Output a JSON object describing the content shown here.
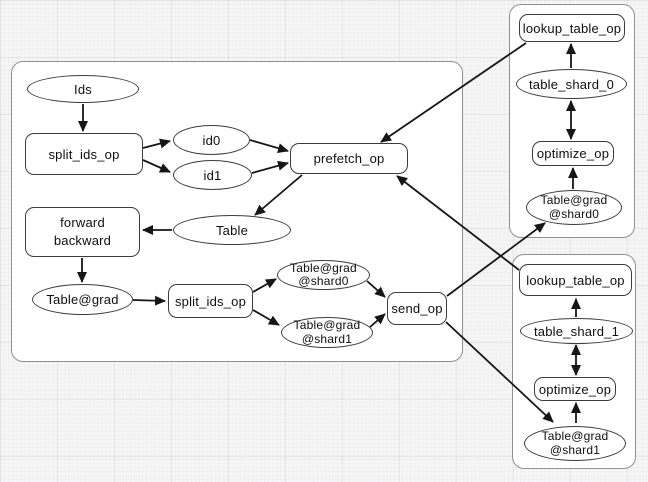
{
  "diagram": {
    "title_hint": "distributed lookup table computation graph",
    "colors": {
      "canvas_bg": "#f6f6f7",
      "grid_line": "#e8e8ea",
      "container_fill": "#ffffff",
      "container_border": "#909094",
      "node_fill": "#ffffff",
      "node_border": "#3c3c3c",
      "arrow": "#161616",
      "text": "#0f0f0f"
    },
    "containers": [
      {
        "id": "worker"
      },
      {
        "id": "pserver_0"
      },
      {
        "id": "pserver_1"
      }
    ],
    "nodes": {
      "ids": {
        "shape": "ellipse",
        "label": "Ids"
      },
      "split_ids_op_1": {
        "shape": "rect",
        "label": "split_ids_op"
      },
      "id0": {
        "shape": "ellipse",
        "label": "id0"
      },
      "id1": {
        "shape": "ellipse",
        "label": "id1"
      },
      "prefetch_op": {
        "shape": "rect",
        "label": "prefetch_op"
      },
      "forward_backward": {
        "shape": "rect",
        "lines": [
          "forward",
          "backward"
        ]
      },
      "table": {
        "shape": "ellipse",
        "label": "Table"
      },
      "table_grad": {
        "shape": "ellipse",
        "label": "Table@grad"
      },
      "split_ids_op_2": {
        "shape": "rect",
        "label": "split_ids_op"
      },
      "table_grad_shard0_worker": {
        "shape": "ellipse",
        "lines": [
          "Table@grad",
          "@shard0"
        ]
      },
      "table_grad_shard1_worker": {
        "shape": "ellipse",
        "lines": [
          "Table@grad",
          "@shard1"
        ]
      },
      "send_op": {
        "shape": "rect",
        "label": "send_op"
      },
      "lookup_table_op_0": {
        "shape": "rect",
        "label": "lookup_table_op"
      },
      "table_shard_0": {
        "shape": "ellipse",
        "label": "table_shard_0"
      },
      "optimize_op_0": {
        "shape": "rect",
        "label": "optimize_op"
      },
      "table_grad_shard0_ps": {
        "shape": "ellipse",
        "lines": [
          "Table@grad",
          "@shard0"
        ]
      },
      "lookup_table_op_1": {
        "shape": "rect",
        "label": "lookup_table_op"
      },
      "table_shard_1": {
        "shape": "ellipse",
        "label": "table_shard_1"
      },
      "optimize_op_1": {
        "shape": "rect",
        "label": "optimize_op"
      },
      "table_grad_shard1_ps": {
        "shape": "ellipse",
        "lines": [
          "Table@grad",
          "@shard1"
        ]
      }
    },
    "edges": [
      {
        "from": "ids",
        "to": "split_ids_op_1",
        "bidirectional": false
      },
      {
        "from": "split_ids_op_1",
        "to": "id0",
        "bidirectional": false
      },
      {
        "from": "split_ids_op_1",
        "to": "id1",
        "bidirectional": false
      },
      {
        "from": "id0",
        "to": "prefetch_op",
        "bidirectional": false
      },
      {
        "from": "id1",
        "to": "prefetch_op",
        "bidirectional": false
      },
      {
        "from": "prefetch_op",
        "to": "table",
        "bidirectional": false
      },
      {
        "from": "table",
        "to": "forward_backward",
        "bidirectional": false
      },
      {
        "from": "forward_backward",
        "to": "table_grad",
        "bidirectional": false
      },
      {
        "from": "table_grad",
        "to": "split_ids_op_2",
        "bidirectional": false
      },
      {
        "from": "split_ids_op_2",
        "to": "table_grad_shard0_worker",
        "bidirectional": false
      },
      {
        "from": "split_ids_op_2",
        "to": "table_grad_shard1_worker",
        "bidirectional": false
      },
      {
        "from": "table_grad_shard0_worker",
        "to": "send_op",
        "bidirectional": false
      },
      {
        "from": "table_grad_shard1_worker",
        "to": "send_op",
        "bidirectional": false
      },
      {
        "from": "send_op",
        "to": "table_grad_shard0_ps",
        "bidirectional": false
      },
      {
        "from": "send_op",
        "to": "table_grad_shard1_ps",
        "bidirectional": false
      },
      {
        "from": "lookup_table_op_0",
        "to": "prefetch_op",
        "bidirectional": false
      },
      {
        "from": "lookup_table_op_1",
        "to": "prefetch_op",
        "bidirectional": false
      },
      {
        "from": "table_shard_0",
        "to": "lookup_table_op_0",
        "bidirectional": false
      },
      {
        "from": "table_shard_0",
        "to": "optimize_op_0",
        "bidirectional": true
      },
      {
        "from": "table_grad_shard0_ps",
        "to": "optimize_op_0",
        "bidirectional": false
      },
      {
        "from": "table_shard_1",
        "to": "lookup_table_op_1",
        "bidirectional": false
      },
      {
        "from": "table_shard_1",
        "to": "optimize_op_1",
        "bidirectional": true
      },
      {
        "from": "table_grad_shard1_ps",
        "to": "optimize_op_1",
        "bidirectional": false
      }
    ]
  }
}
